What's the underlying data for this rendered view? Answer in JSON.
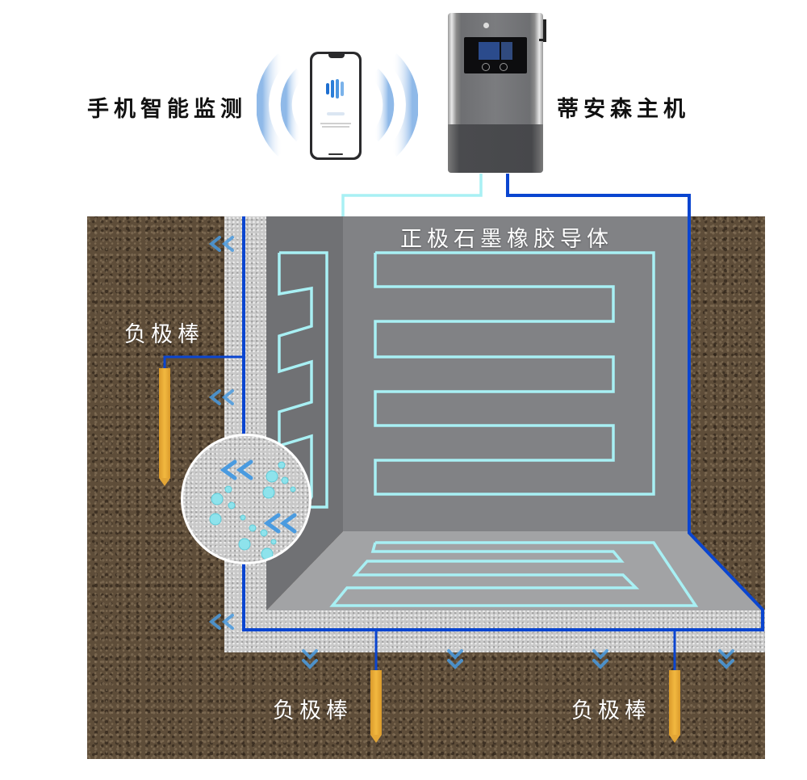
{
  "labels": {
    "phone_monitoring": "手机智能监测",
    "host_unit": "蒂安森主机",
    "positive_conductor": "正极石墨橡胶导体",
    "negative_rod_left": "负极棒",
    "negative_rod_bottom_left": "负极棒",
    "negative_rod_bottom_right": "负极棒"
  },
  "colors": {
    "positive_line": "#a8f0f4",
    "negative_line": "#0a45d0",
    "rod": "#f0b43a",
    "flow_arrow": "#4a9be0",
    "wall_dark": "#77787a",
    "floor": "#9c9d9f"
  },
  "icons": {
    "phone": "smartphone-icon",
    "signal": "wireless-signal-icon",
    "host": "control-unit-icon",
    "arrow": "chevron-double-icon",
    "droplet": "water-droplet-icon"
  }
}
